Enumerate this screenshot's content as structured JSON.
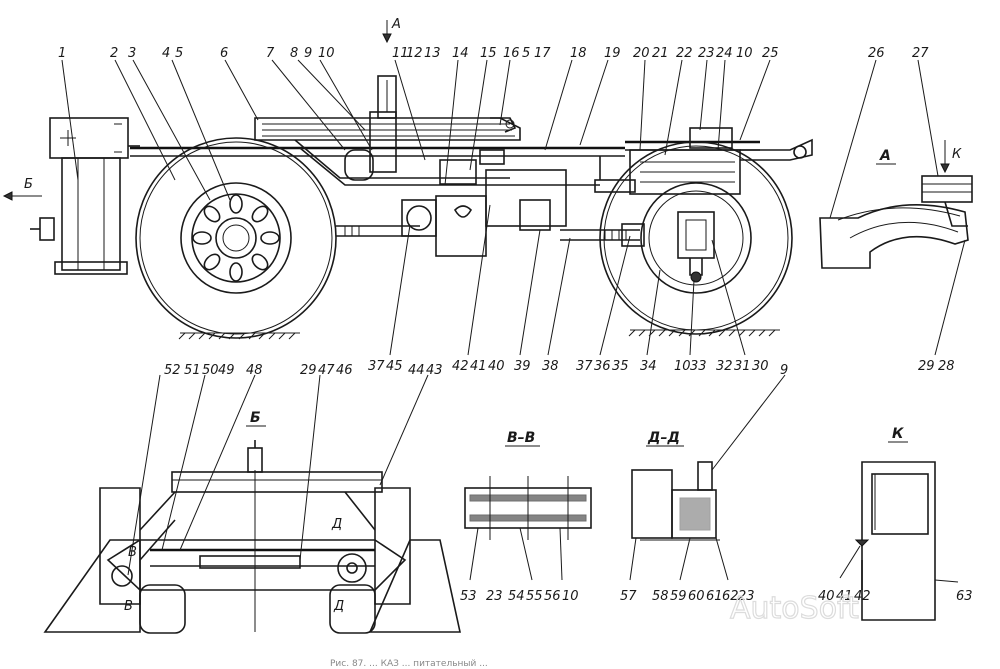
{
  "views": {
    "section_vv": "В–В",
    "section_dd": "Д–Д",
    "view_a": "А",
    "view_b": "Б",
    "view_k": "К"
  },
  "markers": {
    "arrow_a": "А",
    "arrow_b": "Б",
    "arrow_k": "К",
    "sec_v1": "В",
    "sec_v2": "В",
    "sec_d1": "Д",
    "sec_d2": "Д"
  },
  "callouts_top": [
    "1",
    "2",
    "3",
    "4",
    "5",
    "6",
    "7",
    "8",
    "9",
    "10",
    "11",
    "12",
    "13",
    "14",
    "15",
    "16",
    "5",
    "17",
    "18",
    "19",
    "20",
    "21",
    "22",
    "23",
    "24",
    "10",
    "25",
    "26",
    "27"
  ],
  "callouts_bottom_side": [
    "37",
    "45",
    "42",
    "41",
    "40",
    "39",
    "38",
    "37",
    "36",
    "35",
    "34",
    "10",
    "33",
    "32",
    "31",
    "30",
    "29",
    "28"
  ],
  "callouts_rear_top": [
    "52",
    "51",
    "50",
    "49",
    "48",
    "29",
    "47",
    "46",
    "44",
    "43",
    "9"
  ],
  "callouts_sections": [
    "53",
    "23",
    "54",
    "55",
    "56",
    "10",
    "57",
    "58",
    "59",
    "60",
    "61",
    "62",
    "23",
    "40",
    "41",
    "42",
    "63"
  ],
  "watermark": "AutoSoft",
  "caption": "Рис. 87. ... КАЗ ... питательный ..."
}
